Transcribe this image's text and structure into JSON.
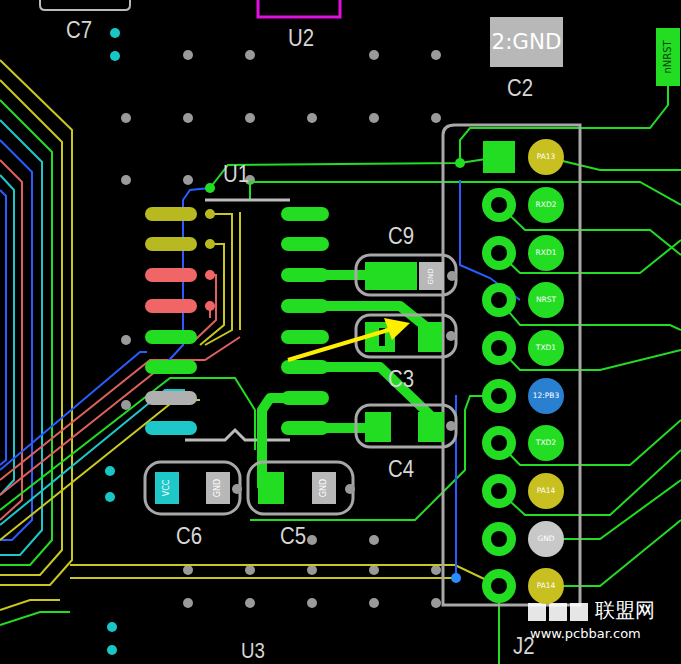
{
  "diagram": {
    "nodes": [
      {
        "text": [
          "2:GND"
        ]
      },
      {
        "text": [
          "nNRST"
        ]
      },
      {
        "text": [
          "GND"
        ]
      },
      {
        "text": [
          "VCC"
        ]
      },
      {
        "text": [
          "GND"
        ]
      },
      {
        "text": [
          "GND"
        ]
      },
      {
        "text": [
          "PA13"
        ]
      },
      {
        "text": [
          "RXD2"
        ]
      },
      {
        "text": [
          "RXD1"
        ]
      },
      {
        "text": [
          "NRST"
        ]
      },
      {
        "text": [
          "TXD1"
        ]
      },
      {
        "text": [
          "12:PB3"
        ]
      },
      {
        "text": [
          "TXD2"
        ]
      },
      {
        "text": [
          "PA14"
        ]
      },
      {
        "text": [
          "GND"
        ]
      },
      {
        "text": [
          "PA14"
        ]
      }
    ],
    "labels": [
      "C7",
      "U2",
      "C2",
      "U1",
      "C9",
      "C3",
      "C4",
      "C6",
      "C5",
      "J2",
      "U3",
      "联盟网",
      "www.pcbbar.com"
    ]
  }
}
